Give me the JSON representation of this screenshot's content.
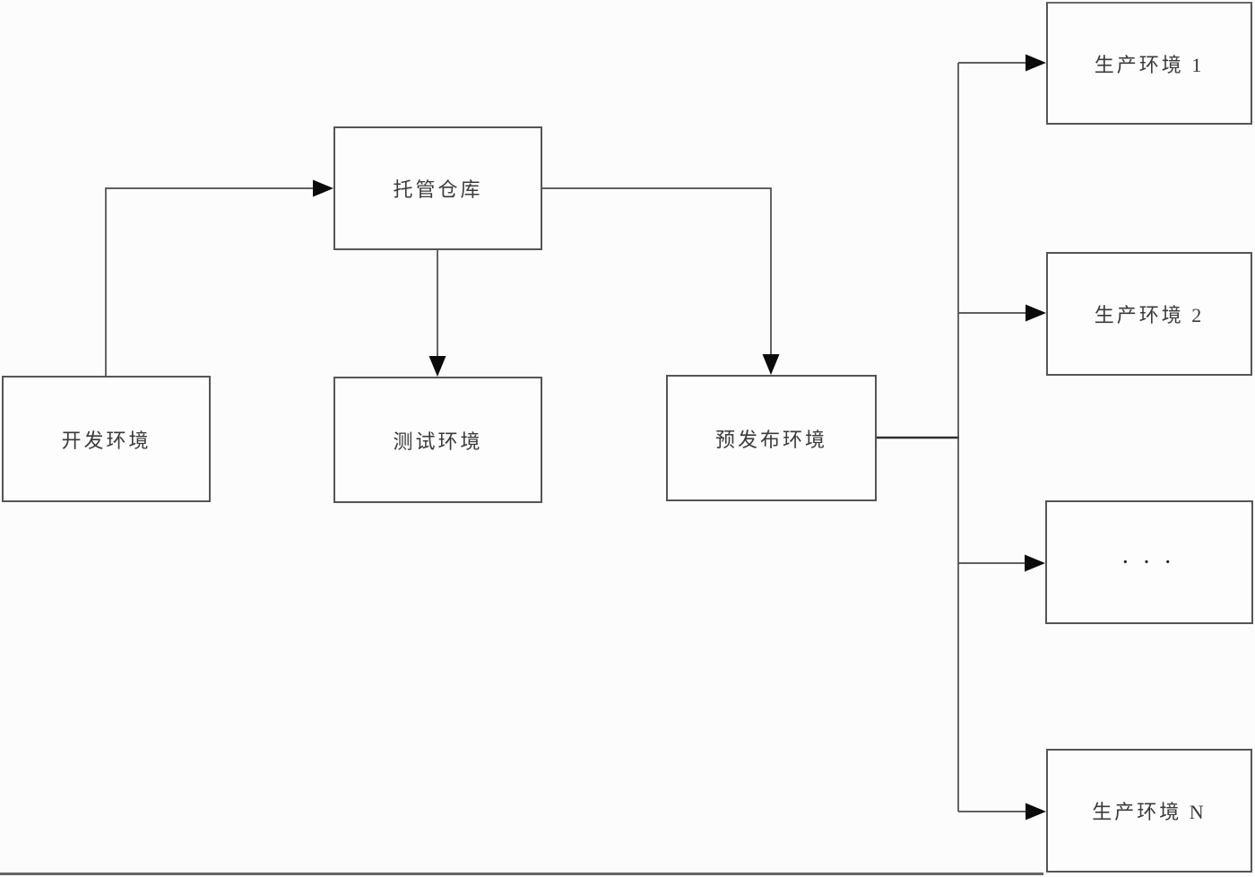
{
  "diagram": {
    "title": "",
    "nodes": {
      "dev": {
        "label": "开发环境"
      },
      "repo": {
        "label": "托管仓库"
      },
      "test": {
        "label": "测试环境"
      },
      "staging": {
        "label": "预发布环境"
      },
      "prod1": {
        "label": "生产环境 1"
      },
      "prod2": {
        "label": "生产环境 2"
      },
      "more": {
        "label": "· · ·"
      },
      "prodn": {
        "label": "生产环境 N"
      }
    },
    "edges": [
      {
        "from": "dev",
        "to": "repo"
      },
      {
        "from": "repo",
        "to": "test"
      },
      {
        "from": "repo",
        "to": "staging"
      },
      {
        "from": "staging",
        "to": "prod1"
      },
      {
        "from": "staging",
        "to": "prod2"
      },
      {
        "from": "staging",
        "to": "more"
      },
      {
        "from": "staging",
        "to": "prodn"
      }
    ],
    "colors": {
      "background": "#fcfcfd",
      "box_fill": "#fdfdfe",
      "box_border": "#555555",
      "line": "#4a4a4a",
      "arrow": "#0b0b0b",
      "text": "#3a3a3a"
    }
  }
}
